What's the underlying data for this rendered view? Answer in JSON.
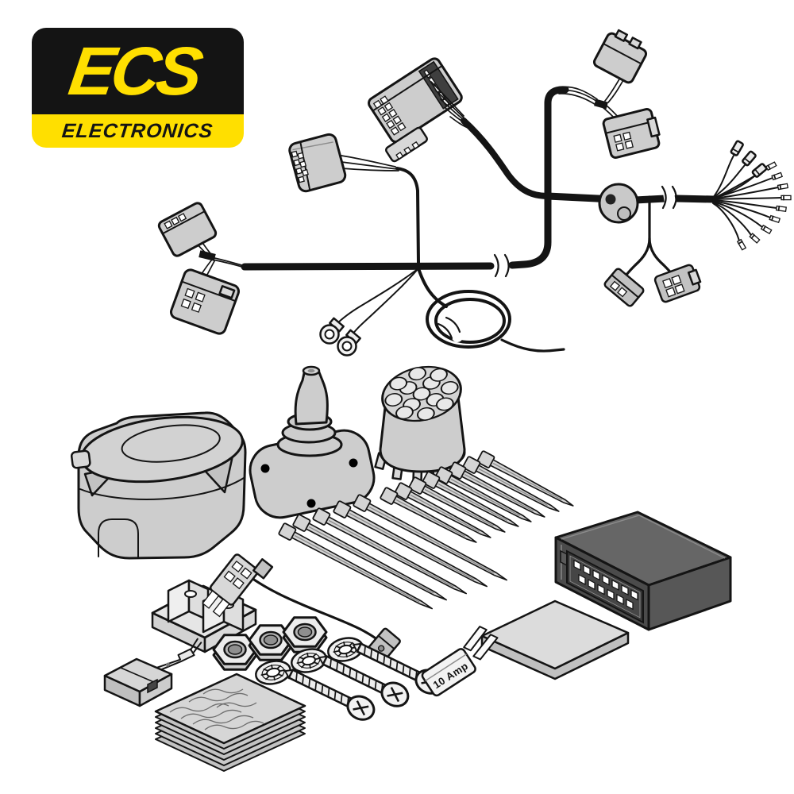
{
  "page": {
    "background_color": "#ffffff"
  },
  "logo": {
    "brand": "ECS",
    "subtitle": "ELECTRONICS",
    "panel_color": "#141414",
    "accent_color": "#ffdf00"
  },
  "illustration": {
    "type": "towbar-wiring-kit-line-art",
    "fuse_label": "10 Amp",
    "line_color": "#141414",
    "fill_light": "#cdcdcd",
    "fill_dark": "#4f4f4f",
    "components": [
      {
        "name": "main-wiring-harness"
      },
      {
        "name": "16-pin-vehicle-connector"
      },
      {
        "name": "relay-cube-connector"
      },
      {
        "name": "connector-pair-left",
        "count": 2
      },
      {
        "name": "connector-pair-top-right",
        "count": 2
      },
      {
        "name": "firewall-grommet"
      },
      {
        "name": "wire-fan-out-with-terminals"
      },
      {
        "name": "spade-terminals",
        "count": 3
      },
      {
        "name": "ring-terminals",
        "count": 2
      },
      {
        "name": "coiled-cable"
      },
      {
        "name": "branch-connectors-right",
        "count": 2
      },
      {
        "name": "13-pin-socket-housing-with-cover"
      },
      {
        "name": "rubber-grommet-with-plate"
      },
      {
        "name": "13-pin-plug-insert"
      },
      {
        "name": "cable-ties",
        "count": 13
      },
      {
        "name": "electronic-control-module"
      },
      {
        "name": "adhesive-foam-pad"
      },
      {
        "name": "fuse-holder"
      },
      {
        "name": "fuse-tap-with-lead"
      },
      {
        "name": "crimp-terminal"
      },
      {
        "name": "mini-connector"
      },
      {
        "name": "hex-nuts",
        "count": 3
      },
      {
        "name": "star-washers",
        "count": 3
      },
      {
        "name": "pan-head-screws",
        "count": 3
      },
      {
        "name": "blade-fuse-10-amp"
      },
      {
        "name": "abrasive-pads-stack"
      }
    ]
  }
}
